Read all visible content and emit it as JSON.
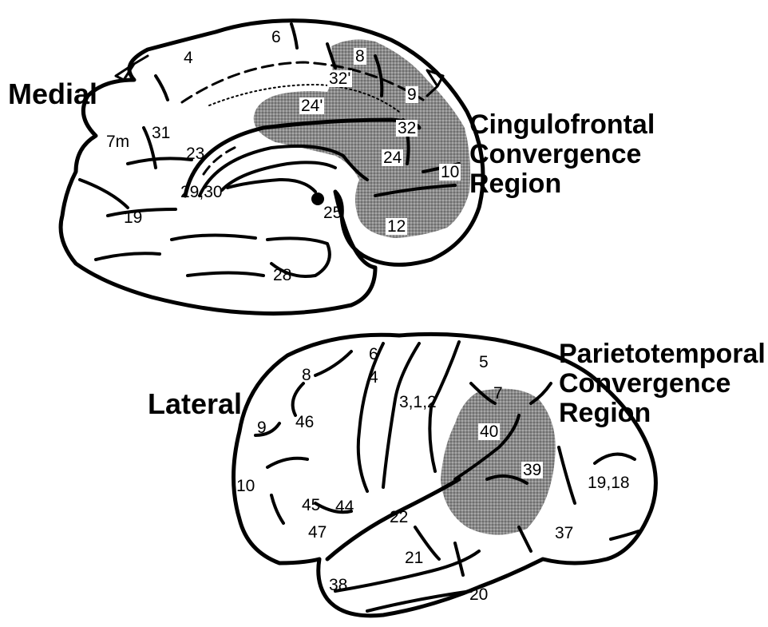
{
  "views": {
    "medial": {
      "heading": "Medial",
      "region_lines": [
        "Cingulofrontal",
        "Convergence",
        "Region"
      ],
      "areas": [
        "4",
        "6",
        "8",
        "32'",
        "9",
        "24'",
        "32",
        "7m",
        "31",
        "23",
        "24",
        "10",
        "29,30",
        "25",
        "12",
        "19",
        "28"
      ]
    },
    "lateral": {
      "heading": "Lateral",
      "region_lines": [
        "Parietotemporal",
        "Convergence",
        "Region"
      ],
      "areas": [
        "6",
        "8",
        "4",
        "5",
        "3,1,2",
        "7",
        "9",
        "46",
        "40",
        "39",
        "10",
        "19,18",
        "45",
        "44",
        "22",
        "47",
        "37",
        "21",
        "38",
        "20"
      ]
    }
  },
  "colors": {
    "outline": "#000000",
    "shading": "#777777",
    "background": "#ffffff"
  }
}
